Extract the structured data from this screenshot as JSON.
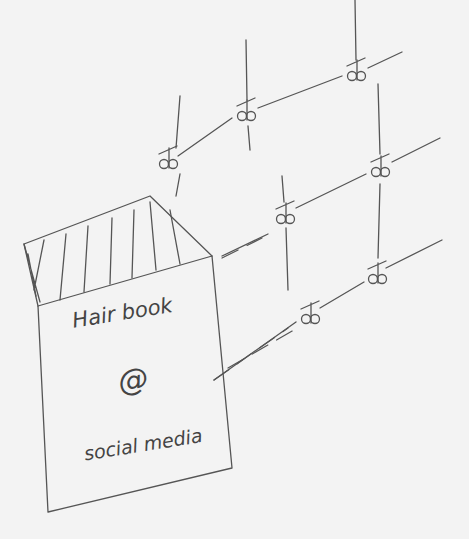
{
  "diagram": {
    "nodes": [
      {
        "text": [
          "Hair book",
          "@",
          "social media"
        ]
      }
    ]
  }
}
